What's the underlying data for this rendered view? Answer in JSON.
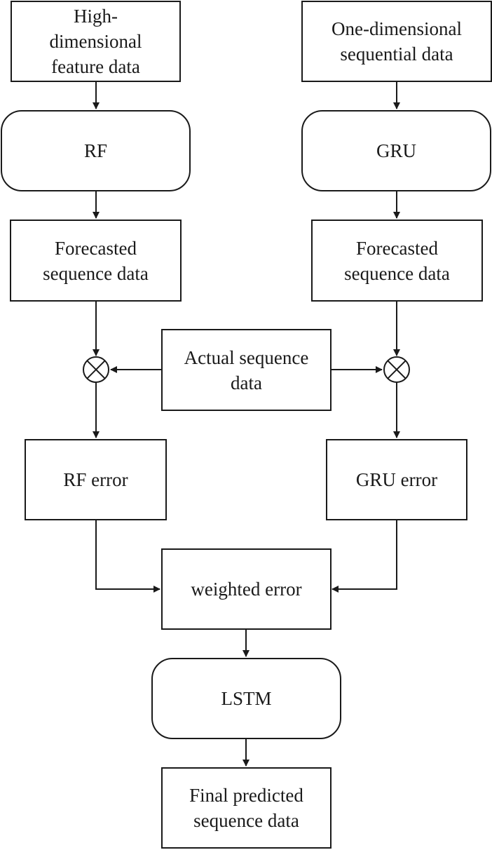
{
  "diagram": {
    "nodes": {
      "high_dim_input": "High-\ndimensional\nfeature data",
      "one_dim_input": "One-dimensional\nsequential data",
      "rf_model": "RF",
      "gru_model": "GRU",
      "rf_forecast": "Forecasted\nsequence data",
      "gru_forecast": "Forecasted\nsequence data",
      "actual_data": "Actual sequence\ndata",
      "rf_error": "RF error",
      "gru_error": "GRU error",
      "weighted_error": "weighted error",
      "lstm_model": "LSTM",
      "final_output": "Final predicted\nsequence data"
    },
    "colors": {
      "stroke": "#1a1a1a",
      "background": "#ffffff"
    }
  }
}
